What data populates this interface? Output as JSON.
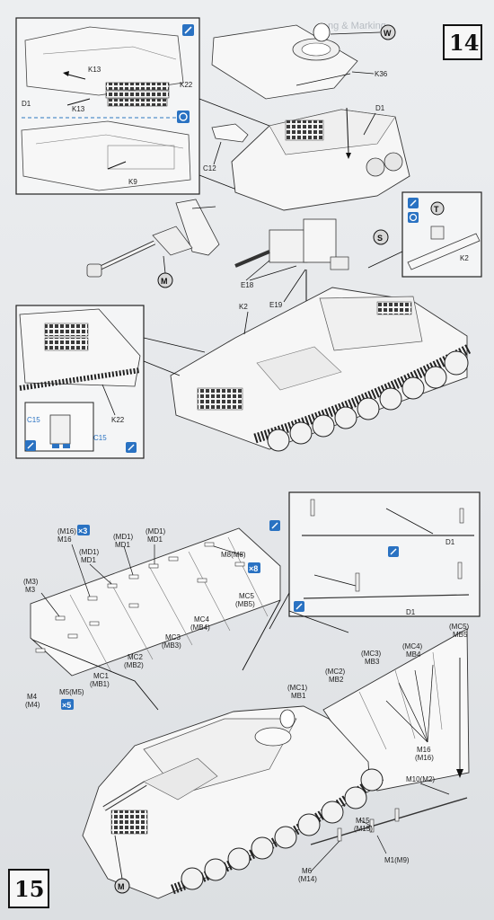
{
  "steps": {
    "upper": "14",
    "lower": "15"
  },
  "ghost_heading": "ng & Marking",
  "step14": {
    "detail_top": {
      "k13_a": "K13",
      "k13_b": "K13",
      "k22": "K22",
      "d1": "D1",
      "k9": "K9"
    },
    "main": {
      "w": "W",
      "k36": "K36",
      "d1": "D1",
      "c12": "C12",
      "s": "S",
      "m": "M",
      "e18": "E18",
      "e19": "E19",
      "k2": "K2"
    },
    "detail_right": {
      "t": "T",
      "k2": "K2"
    },
    "detail_left": {
      "c15_a": "C15",
      "c15_b": "C15",
      "k22": "K22"
    }
  },
  "step15": {
    "panel_labels": [
      {
        "top": "(M16)",
        "bottom": "M16"
      },
      {
        "top": "(MD1)",
        "bottom": "MD1"
      },
      {
        "top": "(MD1)",
        "bottom": "MD1"
      },
      {
        "top": "(MD1)",
        "bottom": "MD1"
      },
      {
        "top": "(M3)",
        "bottom": "M3"
      },
      {
        "top": "M8(M8)",
        "bottom": ""
      },
      {
        "top": "MC5",
        "bottom": "(MB5)"
      },
      {
        "top": "MC4",
        "bottom": "(MB4)"
      },
      {
        "top": "MC3",
        "bottom": "(MB3)"
      },
      {
        "top": "MC2",
        "bottom": "(MB2)"
      },
      {
        "top": "MC1",
        "bottom": "(MB1)"
      },
      {
        "top": "M4",
        "bottom": "(M4)"
      },
      {
        "top": "M5(M5)",
        "bottom": ""
      }
    ],
    "qty": {
      "m16": "×3",
      "m8": "×8",
      "m5": "×5"
    },
    "rail_labels": {
      "d1_upper": "D1",
      "d1_lower": "D1"
    },
    "skirt_labels": [
      {
        "top": "(MC5)",
        "bottom": "MB5"
      },
      {
        "top": "(MC4)",
        "bottom": "MB4"
      },
      {
        "top": "(MC3)",
        "bottom": "MB3"
      },
      {
        "top": "(MC2)",
        "bottom": "MB2"
      },
      {
        "top": "(MC1)",
        "bottom": "MB1"
      },
      {
        "top": "M16",
        "bottom": "(M16)"
      }
    ],
    "bottom_labels": [
      {
        "top": "M10(M2)",
        "bottom": ""
      },
      {
        "top": "M15",
        "bottom": "(M15)"
      },
      {
        "top": "M1(M9)",
        "bottom": ""
      },
      {
        "top": "M6",
        "bottom": "(M14)"
      }
    ],
    "m": "M"
  }
}
